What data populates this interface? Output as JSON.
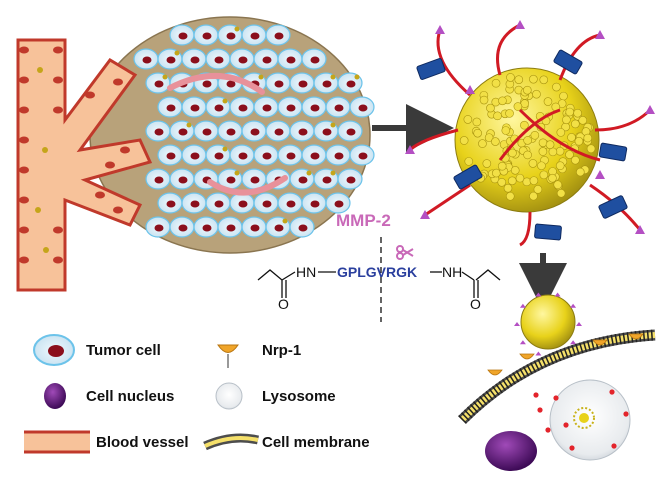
{
  "enzyme_label": "MMP-2",
  "peptide": {
    "left_group": "HN",
    "sequence": "GPLGVRGK",
    "right_group": "NH",
    "carbonyl": "O"
  },
  "legend": {
    "tumor_cell": "Tumor cell",
    "cell_nucleus": "Cell nucleus",
    "blood_vessel": "Blood vessel",
    "nrp1": "Nrp-1",
    "lysosome": "Lysosome",
    "cell_membrane": "Cell membrane"
  },
  "colors": {
    "tumor_bg": "#b8a27a",
    "cell_fill": "#cfe6f3",
    "cell_edge": "#6cc3ea",
    "nucleus": "#8b0f1c",
    "vessel": "#f7c29a",
    "vessel_edge": "#c0392b",
    "gold": "#e8d21a",
    "chain": "#d11a24",
    "block": "#1f4fa0",
    "ligand_tip": "#b44fc3",
    "mmp_text": "#c969b8",
    "peptide_text": "#2a3f9e"
  }
}
